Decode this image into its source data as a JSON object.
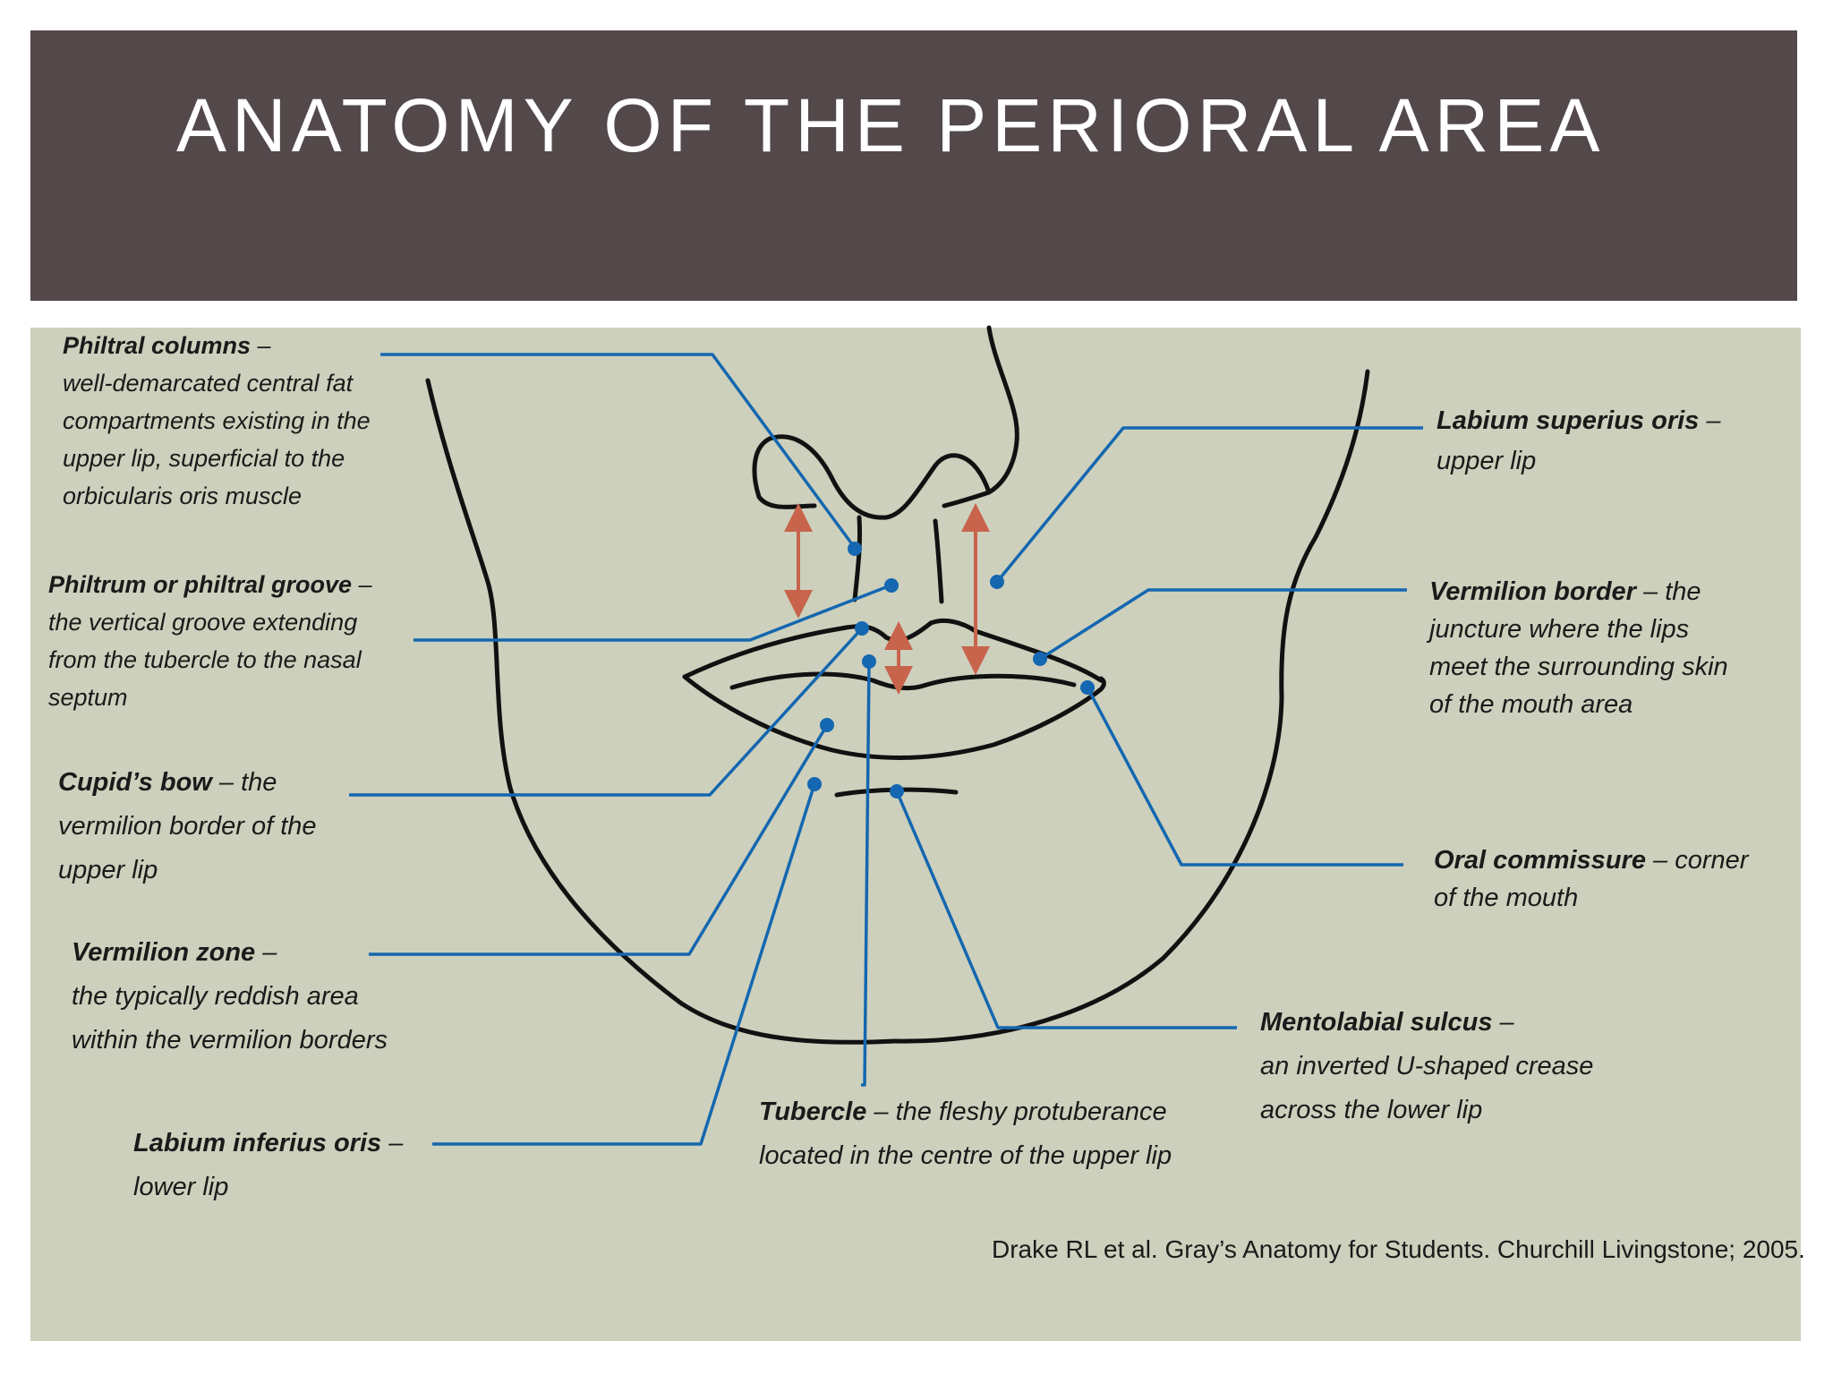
{
  "title": "ANATOMY OF THE PERIORAL AREA",
  "labels": {
    "philtral_columns": {
      "term": "Philtral columns",
      "dash": " –",
      "lines": [
        "well-demarcated central fat",
        "compartments existing in the",
        "upper lip, superficial to the",
        "orbicularis oris muscle"
      ]
    },
    "philtrum": {
      "term": "Philtrum or philtral groove",
      "dash": " –",
      "lines": [
        "the vertical groove extending",
        "from the tubercle to the nasal",
        "septum"
      ]
    },
    "cupids_bow": {
      "term": "Cupid’s bow",
      "dash": " – the",
      "lines": [
        "vermilion border of the",
        "upper lip"
      ]
    },
    "vermilion_zone": {
      "term": "Vermilion zone",
      "dash": " –",
      "lines": [
        "the typically reddish area",
        "within the vermilion borders"
      ]
    },
    "labium_inferius": {
      "term": "Labium inferius oris",
      "dash": " –",
      "lines": [
        "lower lip"
      ]
    },
    "tubercle": {
      "term": "Tubercle",
      "dash": " – the fleshy protuberance",
      "lines": [
        "located in the centre of the upper lip"
      ]
    },
    "mentolabial": {
      "term": "Mentolabial sulcus",
      "dash": " –",
      "lines": [
        "an inverted U-shaped crease",
        "across the lower lip"
      ]
    },
    "oral_commissure": {
      "term": "Oral commissure",
      "dash": " – corner",
      "lines": [
        "of the mouth"
      ]
    },
    "vermilion_border": {
      "term": "Vermilion border",
      "dash": " – the",
      "lines": [
        "juncture where the lips",
        "meet the surrounding skin",
        "of the mouth area"
      ]
    },
    "labium_superius": {
      "term": "Labium superius oris",
      "dash": " –",
      "lines": [
        "upper lip"
      ]
    }
  },
  "citation": "Drake RL et al. Gray’s Anatomy for Students. Churchill Livingstone; 2005.",
  "colors": {
    "title_bg": "#53494b",
    "panel_bg": "#cdd0bc",
    "leader_line": "#1467b0",
    "arrow": "#c8634c",
    "outline": "#111111"
  }
}
